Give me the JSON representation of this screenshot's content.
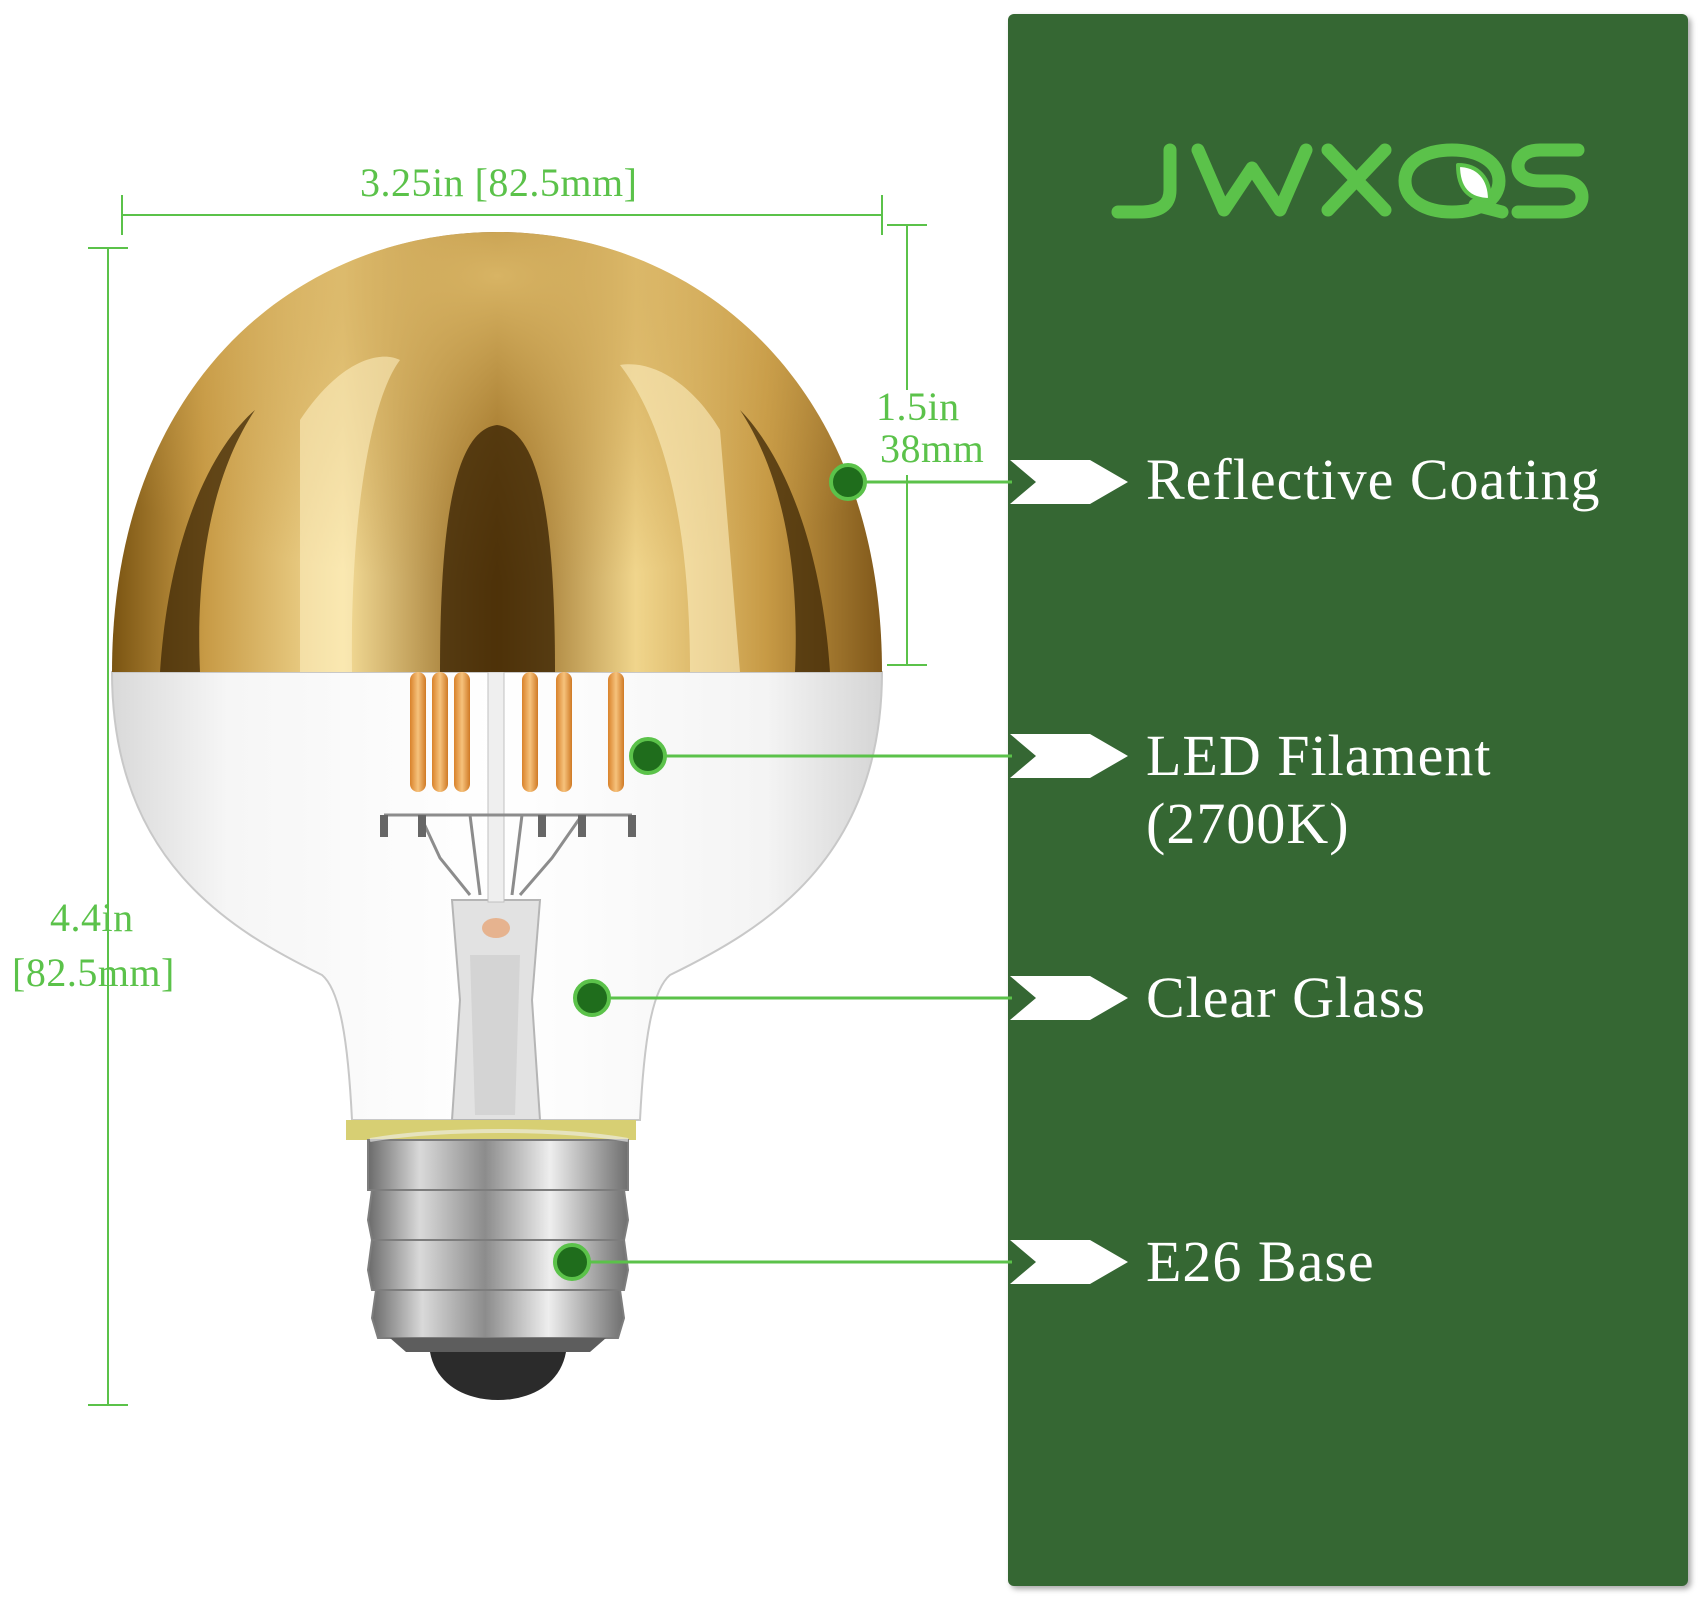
{
  "brand": {
    "logo_text": "JWXQS",
    "panel_color": "#356733",
    "accent": "#5bc24a"
  },
  "dimensions": {
    "width": "3.25in [82.5mm]",
    "coating_height_in": "1.5in",
    "coating_height_mm": "38mm",
    "height_in": "4.4in",
    "height_mm": "[82.5mm]"
  },
  "features": [
    {
      "label": "Reflective Coating"
    },
    {
      "label": "LED Filament",
      "sub": "(2700K)"
    },
    {
      "label": "Clear Glass"
    },
    {
      "label": "E26 Base"
    }
  ],
  "product": {
    "coating_color": "#c9a04a",
    "icons": [
      "gold-dome-icon",
      "filament-icon",
      "glass-bulb-icon",
      "screw-base-icon"
    ]
  }
}
